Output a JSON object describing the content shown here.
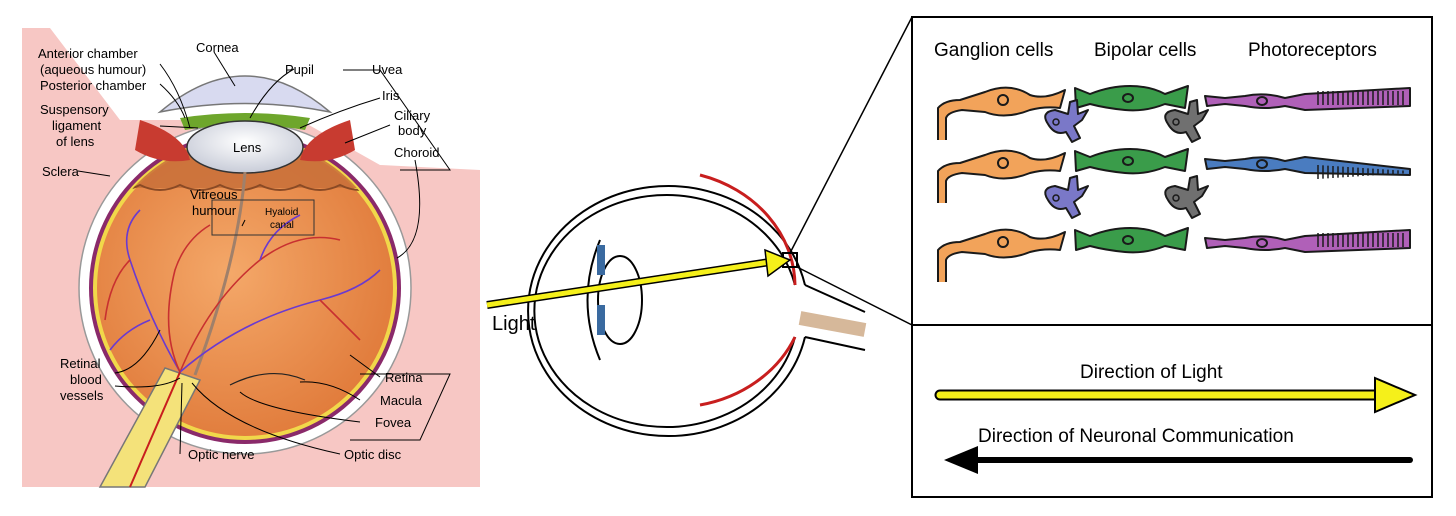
{
  "anatomy": {
    "labels": {
      "anterior_chamber": "Anterior chamber",
      "aqueous_humour": "(aqueous humour)",
      "posterior_chamber": "Posterior chamber",
      "cornea": "Cornea",
      "pupil": "Pupil",
      "uvea": "Uvea",
      "iris": "Iris",
      "ciliary_body_1": "Ciliary",
      "ciliary_body_2": "body",
      "suspensory_1": "Suspensory",
      "suspensory_2": "ligament",
      "suspensory_3": "of lens",
      "lens": "Lens",
      "choroid": "Choroid",
      "sclera": "Sclera",
      "vitreous_1": "Vitreous",
      "vitreous_2": "humour",
      "hyaloid_1": "Hyaloid",
      "hyaloid_2": "canal",
      "retinal_vessels_1": "Retinal",
      "retinal_vessels_2": "blood",
      "retinal_vessels_3": "vessels",
      "retina": "Retina",
      "macula": "Macula",
      "fovea": "Fovea",
      "optic_nerve": "Optic nerve",
      "optic_disc": "Optic disc"
    }
  },
  "light_label": "Light",
  "retina_panel": {
    "ganglion": "Ganglion cells",
    "bipolar": "Bipolar cells",
    "photoreceptors": "Photoreceptors"
  },
  "direction_panel": {
    "light": "Direction of Light",
    "neuronal": "Direction of Neuronal Communication"
  },
  "colors": {
    "background_tissue": "#f7c7c4",
    "vitreous": "#f0a060",
    "ganglion": "#f2a35a",
    "bipolar": "#3a9c4a",
    "rod": "#b060b8",
    "cone": "#4a7cc0",
    "amacrine": "#7a78c8",
    "horizontal": "#707070",
    "light_arrow": "#f5f01a",
    "retina_red": "#c81e1e"
  }
}
